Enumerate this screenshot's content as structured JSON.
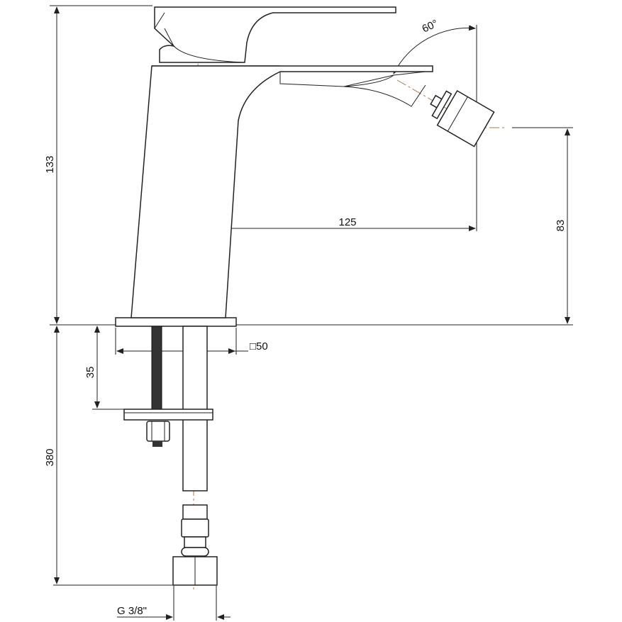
{
  "title": "Bidet mixer dimensional drawing",
  "dimensions": {
    "total_height": "133",
    "spout_reach": "125",
    "spout_height": "83",
    "plate_thickness_range": "35",
    "hose_length": "380",
    "base_size": "□50",
    "swivel_angle": "60°",
    "connection": "G 3/8\""
  },
  "colors": {
    "line": "#222222",
    "centerline": "#b07a4a"
  }
}
